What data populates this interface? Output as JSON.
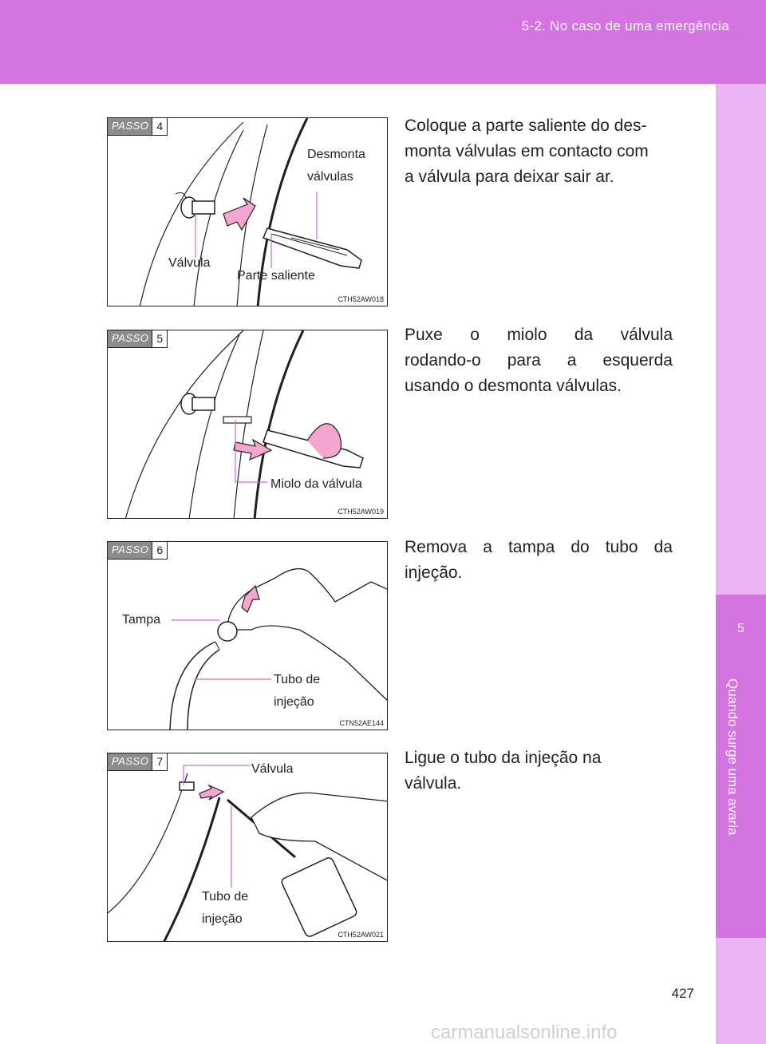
{
  "header": {
    "title": "5-2. No caso de uma emergência"
  },
  "side_tab": {
    "chapter_number": "5",
    "chapter_title": "Quando surge uma avaria"
  },
  "page_number": "427",
  "watermark": "carmanualsonline.info",
  "steps": [
    {
      "badge_label": "PASSO",
      "badge_number": "4",
      "figure_code": "CTH52AW018",
      "callouts": {
        "tool_line1": "Desmonta",
        "tool_line2": "válvulas",
        "valve": "Válvula",
        "tip": "Parte saliente"
      },
      "text_lines": [
        "Coloque a parte saliente do des-",
        "monta válvulas em contacto com",
        "a válvula para deixar sair ar."
      ]
    },
    {
      "badge_label": "PASSO",
      "badge_number": "5",
      "figure_code": "CTH52AW019",
      "callouts": {
        "core": "Miolo da válvula"
      },
      "text_lines": [
        "Puxe o miolo da válvula",
        "rodando-o para a esquerda",
        "usando o desmonta válvulas."
      ]
    },
    {
      "badge_label": "PASSO",
      "badge_number": "6",
      "figure_code": "CTN52AE144",
      "callouts": {
        "cap": "Tampa",
        "tube_line1": "Tubo de",
        "tube_line2": "injeção"
      },
      "text_lines": [
        "Remova a tampa do tubo da",
        "injeção."
      ]
    },
    {
      "badge_label": "PASSO",
      "badge_number": "7",
      "figure_code": "CTH52AW021",
      "callouts": {
        "valve": "Válvula",
        "tube_line1": "Tubo de",
        "tube_line2": "injeção"
      },
      "text_lines": [
        "Ligue o tubo da injeção na",
        "válvula."
      ]
    }
  ],
  "colors": {
    "header": "#d474e0",
    "tab_light": "#ecb3f2",
    "arrow_pink": "#f4a6cf",
    "leader_line": "#c470d8"
  }
}
